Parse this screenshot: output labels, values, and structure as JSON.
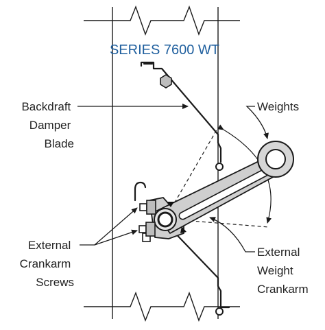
{
  "title": "SERIES 7600 WT",
  "colors": {
    "title": "#1f5f9e",
    "line": "#1a1a1a",
    "part_fill": "#cfcfcf",
    "hub_fill": "#e6e6e6"
  },
  "callouts": {
    "blade": [
      "Backdraft",
      "Damper",
      "Blade"
    ],
    "weights": [
      "Weights"
    ],
    "screws": [
      "External",
      "Crankarm",
      "Screws"
    ],
    "crankarm": [
      "External",
      "Weight",
      "Crankarm"
    ]
  }
}
